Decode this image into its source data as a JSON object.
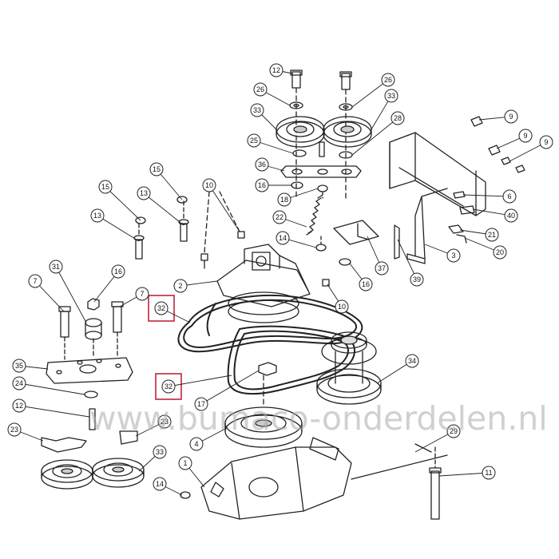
{
  "diagram": {
    "callouts": [
      {
        "id": "c12a",
        "text": "12"
      },
      {
        "id": "c26a",
        "text": "26"
      },
      {
        "id": "c33a",
        "text": "33"
      },
      {
        "id": "c25",
        "text": "25"
      },
      {
        "id": "c36",
        "text": "36"
      },
      {
        "id": "c16a",
        "text": "16"
      },
      {
        "id": "c18",
        "text": "18"
      },
      {
        "id": "c22",
        "text": "22"
      },
      {
        "id": "c14a",
        "text": "14"
      },
      {
        "id": "c26b",
        "text": "26"
      },
      {
        "id": "c33b",
        "text": "33"
      },
      {
        "id": "c28",
        "text": "28"
      },
      {
        "id": "c9a",
        "text": "9"
      },
      {
        "id": "c9b",
        "text": "9"
      },
      {
        "id": "c9c",
        "text": "9"
      },
      {
        "id": "c6",
        "text": "6"
      },
      {
        "id": "c40",
        "text": "40"
      },
      {
        "id": "c21",
        "text": "21"
      },
      {
        "id": "c20",
        "text": "20"
      },
      {
        "id": "c3",
        "text": "3"
      },
      {
        "id": "c37",
        "text": "37"
      },
      {
        "id": "c39",
        "text": "39"
      },
      {
        "id": "c16b",
        "text": "16"
      },
      {
        "id": "c10a",
        "text": "10"
      },
      {
        "id": "c15a",
        "text": "15"
      },
      {
        "id": "c15b",
        "text": "15"
      },
      {
        "id": "c13a",
        "text": "13"
      },
      {
        "id": "c13b",
        "text": "13"
      },
      {
        "id": "c10b",
        "text": "10"
      },
      {
        "id": "c2",
        "text": "2"
      },
      {
        "id": "c31",
        "text": "31"
      },
      {
        "id": "c16c",
        "text": "16"
      },
      {
        "id": "c7a",
        "text": "7"
      },
      {
        "id": "c7b",
        "text": "7"
      },
      {
        "id": "c32a",
        "text": "32"
      },
      {
        "id": "c32b",
        "text": "32"
      },
      {
        "id": "c35",
        "text": "35"
      },
      {
        "id": "c24",
        "text": "24"
      },
      {
        "id": "c12b",
        "text": "12"
      },
      {
        "id": "c17",
        "text": "17"
      },
      {
        "id": "c34",
        "text": "34"
      },
      {
        "id": "c4",
        "text": "4"
      },
      {
        "id": "c23a",
        "text": "23"
      },
      {
        "id": "c23b",
        "text": "23"
      },
      {
        "id": "c33c",
        "text": "33"
      },
      {
        "id": "c1",
        "text": "1"
      },
      {
        "id": "c14b",
        "text": "14"
      },
      {
        "id": "c11",
        "text": "11"
      },
      {
        "id": "c29",
        "text": "29"
      }
    ],
    "highlight_color": "#c0263a",
    "line_color": "#222222"
  },
  "watermark": {
    "text": "www.bumaco-onderdelen.nl"
  }
}
